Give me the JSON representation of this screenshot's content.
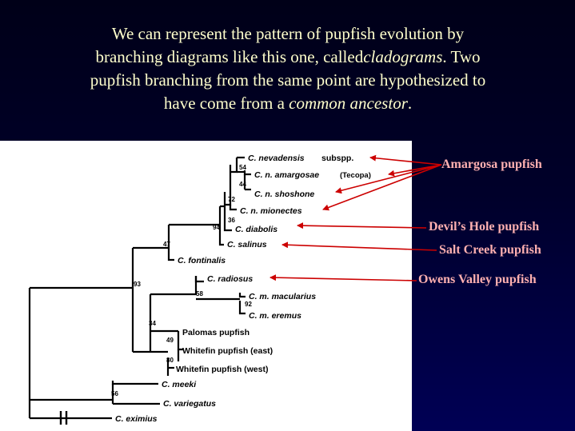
{
  "heading": {
    "line1": "We can represent the pattern of pupfish evolution by",
    "line2a": "branching diagrams like this one, called",
    "line2b": "cladograms",
    "line2c": ". Two",
    "line3": "pupfish branching from the same point are hypothesized to",
    "line4a": "have come from a ",
    "line4b": "common ancestor",
    "line4c": "."
  },
  "taxa": {
    "nevadensis": "C. nevadensis",
    "nevadensis_suffix": "subspp.",
    "amargosae": "C. n. amargosae",
    "amargosae_suffix": "(Tecopa)",
    "shoshone": "C. n. shoshone",
    "mionectes": "C. n. mionectes",
    "diabolis": "C. diabolis",
    "salinus": "C. salinus",
    "fontinalis": "C. fontinalis",
    "radiosus": "C. radiosus",
    "macularius": "C. m. macularius",
    "eremus": "C. m. eremus",
    "palomas": "Palomas pupfish",
    "whitefin_east": "Whitefin pupfish (east)",
    "whitefin_west": "Whitefin pupfish (west)",
    "meeki": "C. meeki",
    "variegatus": "C. variegatus",
    "eximius": "C. eximius"
  },
  "bootstrap": {
    "b54": "54",
    "b44": "44",
    "b72": "72",
    "b36": "36",
    "b94": "94",
    "b47": "47",
    "b93": "93",
    "b58": "58",
    "b92": "92",
    "b34": "34",
    "b49": "49",
    "b80": "80",
    "b56": "56"
  },
  "callouts": {
    "amargosa": "Amargosa pupfish",
    "devils_hole": "Devil’s Hole pupfish",
    "salt_creek": "Salt Creek pupfish",
    "owens_valley": "Owens Valley pupfish"
  },
  "colors": {
    "arrow": "#cc0000",
    "callout_text": "#ffb0b0",
    "heading_text": "#ffffcc",
    "background": "#000033"
  }
}
